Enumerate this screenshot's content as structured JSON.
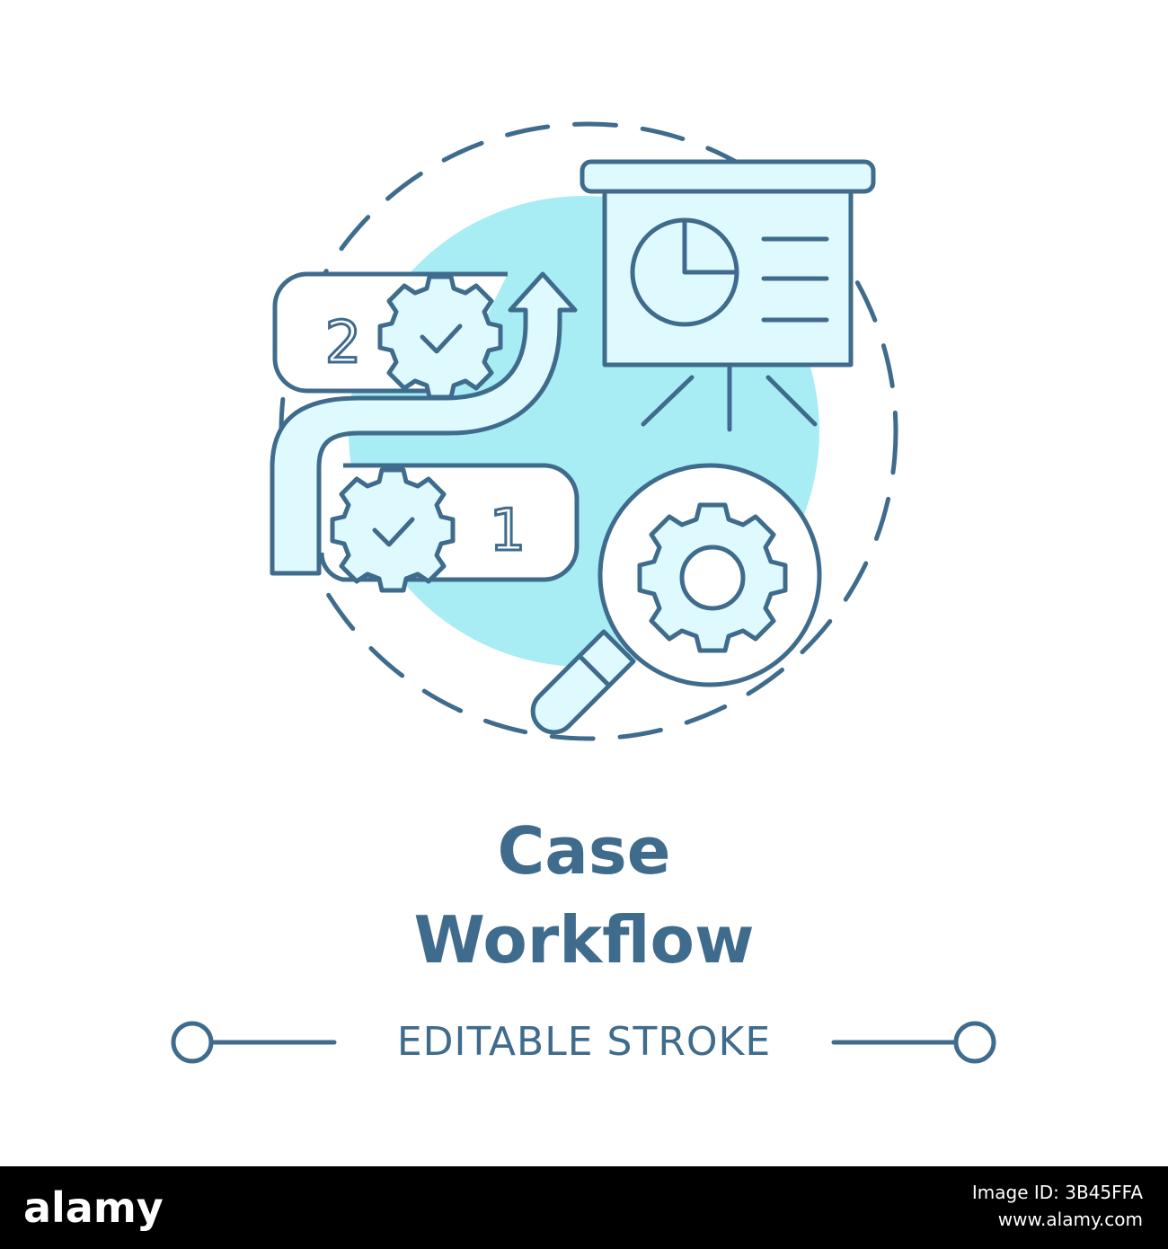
{
  "colors": {
    "stroke": "#3f6b8c",
    "fill_light": "#dffaff",
    "blob": "#a8edf4",
    "title": "#3f6b8c",
    "footer_bg": "#000000",
    "footer_text": "#ffffff"
  },
  "illustration": {
    "icons": [
      "presentation-board-icon",
      "pie-chart-icon",
      "gear-check-icon",
      "magnifier-gear-icon",
      "up-arrow-icon"
    ],
    "step_top": "2",
    "step_bottom": "1"
  },
  "title": {
    "line1": "Case",
    "line2": "Workflow"
  },
  "tagline": "EDITABLE STROKE",
  "footer": {
    "logo": "alamy",
    "image_id_label": "Image ID: 3B45FFA",
    "site": "www.alamy.com"
  }
}
